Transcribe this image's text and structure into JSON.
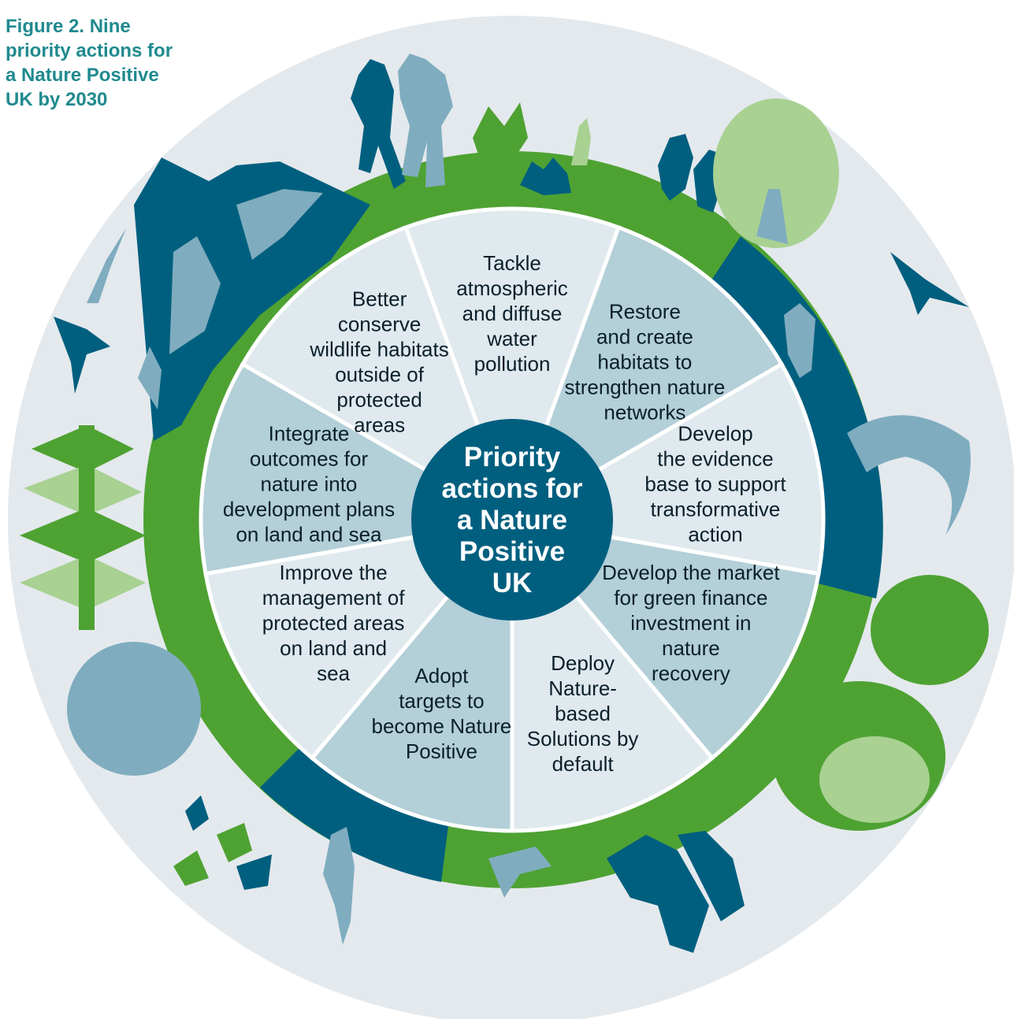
{
  "caption": {
    "lines": [
      "Figure 2. Nine",
      "priority actions for",
      "a Nature Positive",
      "UK by 2030"
    ]
  },
  "hub": {
    "lines": [
      "Priority",
      "actions for",
      "a Nature",
      "Positive",
      "UK"
    ]
  },
  "segments": [
    {
      "lines": [
        "Tackle",
        "atmospheric",
        "and diffuse",
        "water",
        "pollution"
      ]
    },
    {
      "lines": [
        "Restore",
        "and create",
        "habitats to",
        "strengthen nature",
        "networks"
      ]
    },
    {
      "lines": [
        "Develop",
        "the evidence",
        "base to support",
        "transformative",
        "action"
      ]
    },
    {
      "lines": [
        "Develop the market",
        "for green finance",
        "investment in",
        "nature",
        "recovery"
      ]
    },
    {
      "lines": [
        "Deploy",
        "Nature-",
        "based",
        "Solutions by",
        "default"
      ]
    },
    {
      "lines": [
        "Adopt",
        "targets to",
        "become Nature",
        "Positive"
      ]
    },
    {
      "lines": [
        "Improve the",
        "management of",
        "protected areas",
        "on land and",
        "sea"
      ]
    },
    {
      "lines": [
        "Integrate",
        "outcomes for",
        "nature into",
        "development plans",
        "on land and sea"
      ]
    },
    {
      "lines": [
        "Better",
        "conserve",
        "wildlife habitats",
        "outside of",
        "protected",
        "areas"
      ]
    }
  ],
  "colors": {
    "outer_disc": "#e4e9ed",
    "ring_green": "#4ea232",
    "ring_teal": "#005f7f",
    "segment_light": "#dfe9ee",
    "segment_dark": "#b3cfd8",
    "hub": "#005f7f",
    "silhouette_dark": "#005f7f",
    "silhouette_mid": "#7fadbf",
    "silhouette_pale": "#a8d192",
    "caption": "#1f8a8f"
  },
  "icons": [
    "hikers-icon",
    "mountains-icon",
    "rabbit-icon",
    "runners-icon",
    "tree-icon",
    "bird-icon",
    "seal-icon",
    "dolphin-icon",
    "forest-icon",
    "butterfly-icon",
    "heron-icon",
    "horse-riders-icon"
  ]
}
